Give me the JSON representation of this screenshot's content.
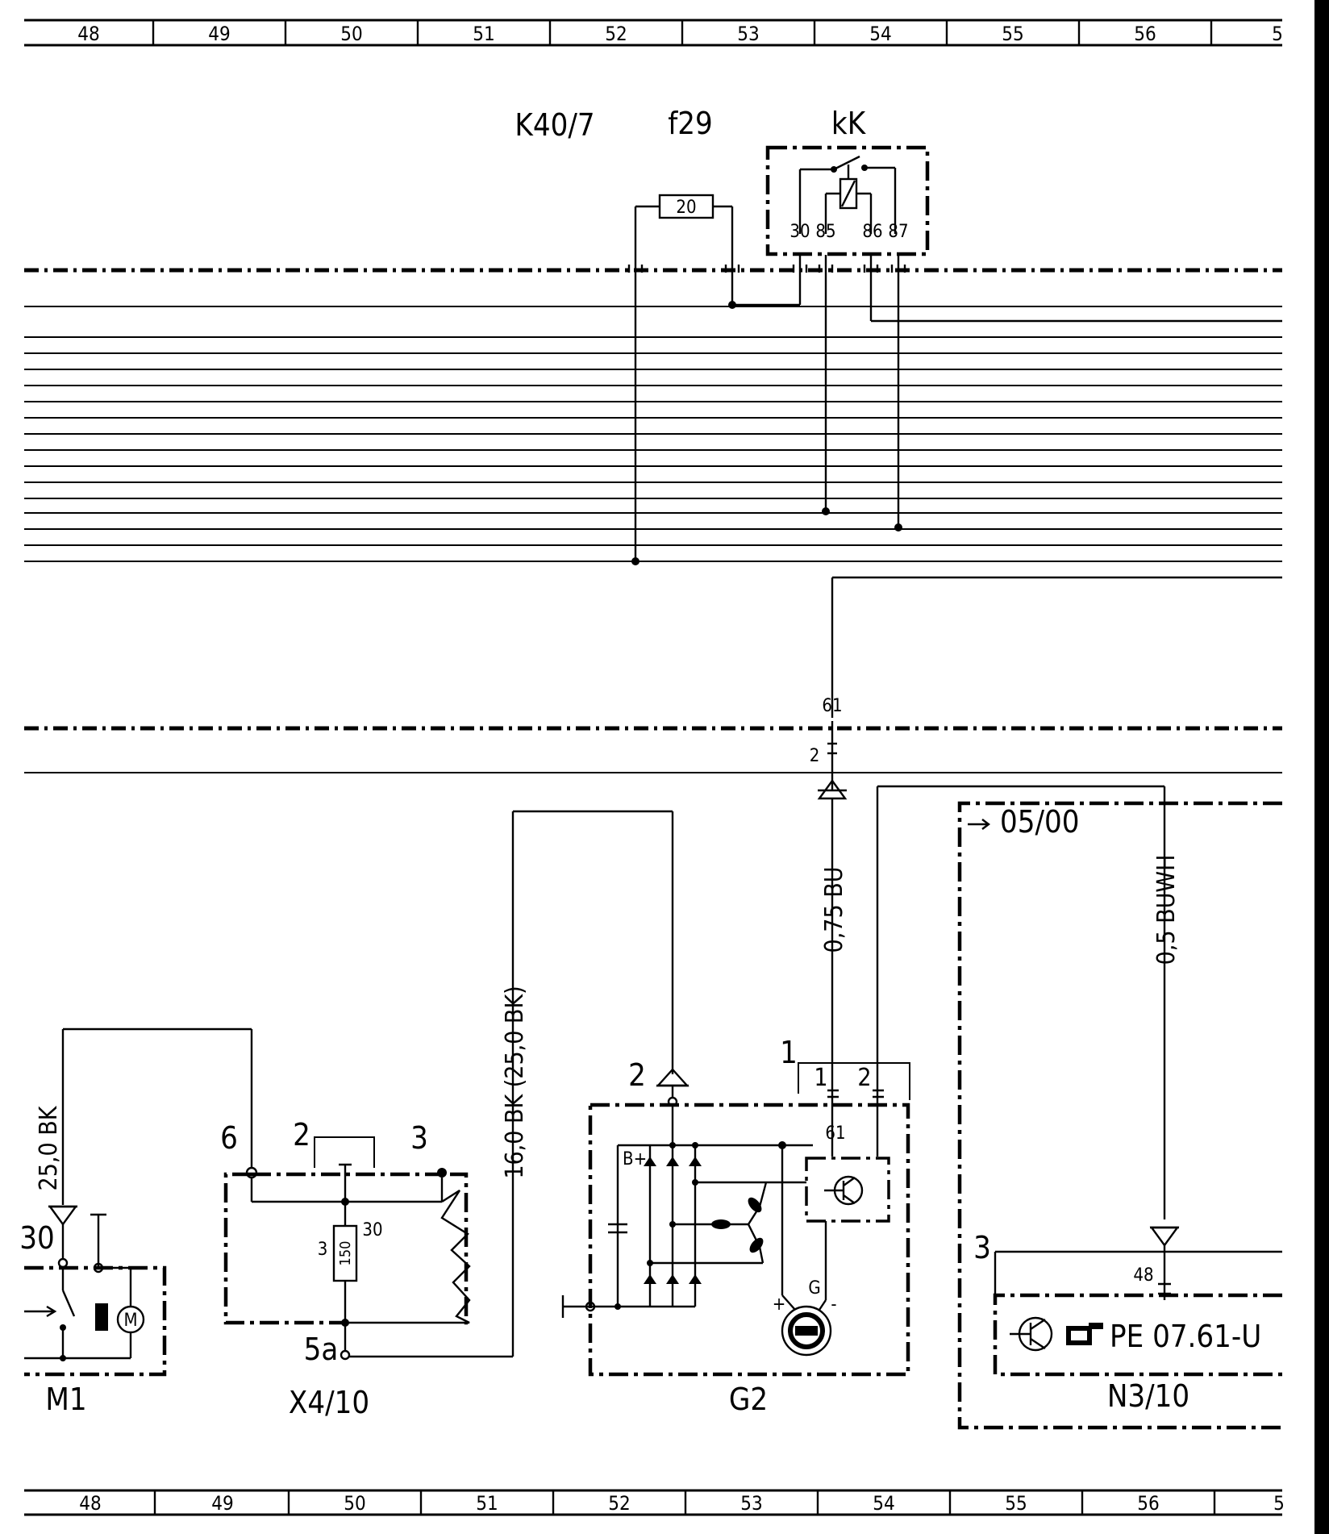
{
  "ruler": {
    "columns": [
      "48",
      "49",
      "50",
      "51",
      "52",
      "53",
      "54",
      "55",
      "56",
      "5"
    ]
  },
  "components": {
    "k40_7": "K40/7",
    "f29": "f29",
    "kk": "kK",
    "m1": "M1",
    "x4_10": "X4/10",
    "g2": "G2",
    "n3_10": "N3/10"
  },
  "fuse": {
    "rating": "20"
  },
  "relay": {
    "pins": [
      "30",
      "85",
      "86",
      "87"
    ]
  },
  "connector": {
    "pin_61_top": "61",
    "pin_2": "2"
  },
  "wires": {
    "bu_0_75": "0,75 BU",
    "buwh_0_5": "0,5 BUWH",
    "bk_16": "16,0 BK (25,0 BK)",
    "bk_25": "25,0 BK"
  },
  "x4_10": {
    "pin_6": "6",
    "pin_2": "2",
    "pin_3": "3",
    "pin_5a": "5a",
    "resistor": "150",
    "res_left": "3",
    "res_right": "30"
  },
  "g2": {
    "pin_2": "2",
    "plug_1": "1",
    "plug_pin_1": "1",
    "plug_pin_2": "2",
    "regulator_pin": "61",
    "b_plus": "B+",
    "field": "G",
    "plus": "+",
    "minus": "-"
  },
  "m1": {
    "terminal": "30",
    "motor": "M"
  },
  "n3_10": {
    "date": "05/00",
    "pin_3": "3",
    "pin_48": "48",
    "ref": "PE 07.61-U"
  },
  "icons": [
    "transistor-icon",
    "pointing-hand-icon",
    "motor-icon",
    "alternator-icon",
    "ground-icon"
  ]
}
